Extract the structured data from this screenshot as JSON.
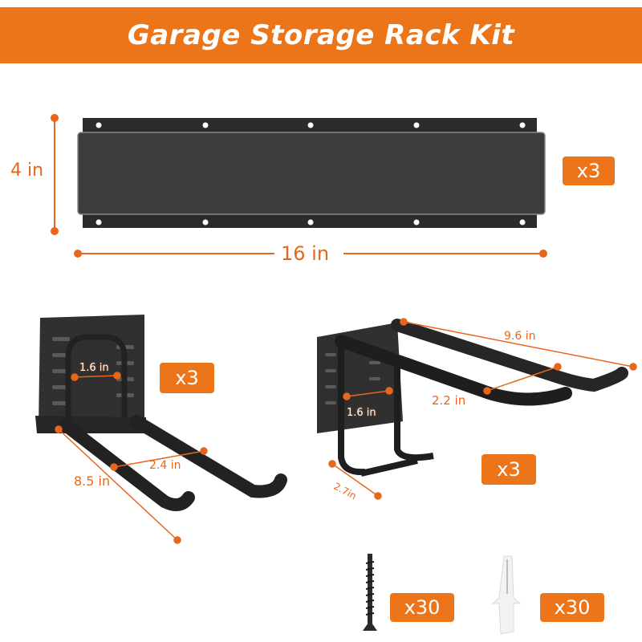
{
  "header": {
    "title": "Garage Storage Rack Kit"
  },
  "colors": {
    "accent": "#ec7519",
    "dimension": "#e8661c",
    "metal": "#3a3a3a",
    "anchor": "#f1f1f1"
  },
  "rail": {
    "height_label": "4 in",
    "width_label": "16 in",
    "quantity": "x3"
  },
  "hook_double": {
    "inner_width_label": "1.6 in",
    "spacing_label": "2.4 in",
    "length_label": "8.5 in",
    "quantity": "x3"
  },
  "hook_u": {
    "length_label": "9.6 in",
    "spacing_label": "2.2 in",
    "inner_width_label": "1.6 in",
    "depth_label": "2.7in",
    "quantity": "x3"
  },
  "screws": {
    "icon": "screw-icon",
    "quantity": "x30"
  },
  "anchors": {
    "icon": "wall-anchor-icon",
    "quantity": "x30"
  }
}
